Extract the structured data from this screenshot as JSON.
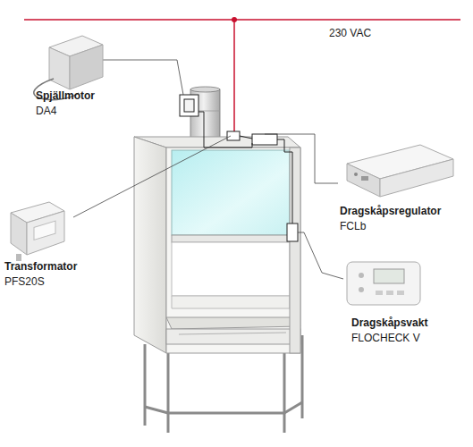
{
  "diagram": {
    "labels": [
      "230 VAC",
      "Spjällmotor",
      "DA4",
      "Transformator",
      "PFS20S",
      "Dragskåpsregulator",
      "FCLb",
      "Dragskåpsvakt",
      "FLOCHECK V"
    ]
  }
}
